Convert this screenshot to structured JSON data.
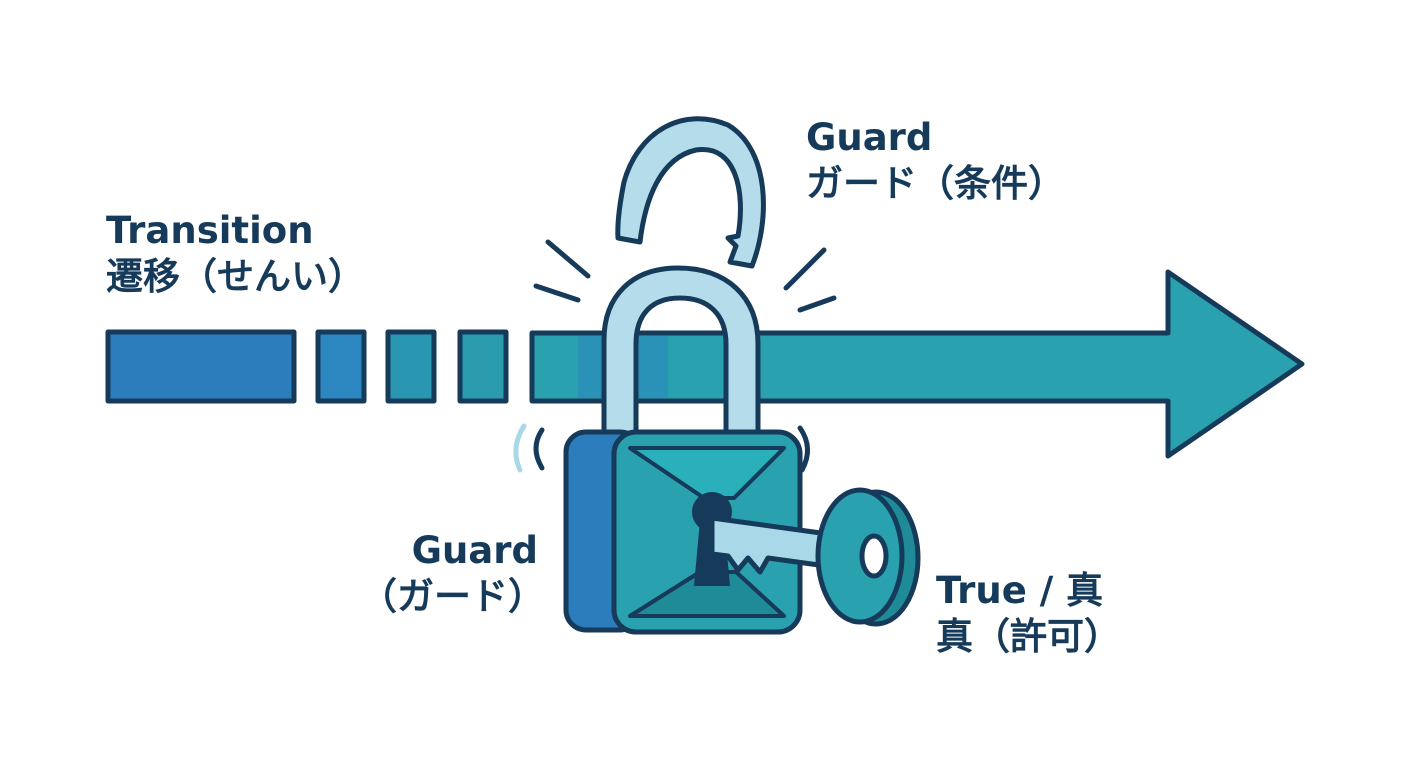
{
  "labels": {
    "transition": {
      "en": "Transition",
      "jp": "遷移（せんい）"
    },
    "guard_top": {
      "en": "Guard",
      "jp": "ガード（条件）"
    },
    "guard_left": {
      "en": "Guard",
      "jp": "（ガード）"
    },
    "true_label": {
      "en": "True / 真",
      "jp": "真（許可）"
    }
  },
  "icons": [
    "dashed-arrow-icon",
    "arrow-head-icon",
    "open-padlock-icon",
    "shackle-icon",
    "key-icon",
    "keyhole-icon"
  ],
  "colors": {
    "outline": "#163a5a",
    "blue": "#2c7dbc",
    "teal": "#2aa1ae",
    "teal_dark": "#1f8b98",
    "shackle_light": "#b4dcea",
    "key_light": "#a9d8e8",
    "text": "#163a5a"
  }
}
